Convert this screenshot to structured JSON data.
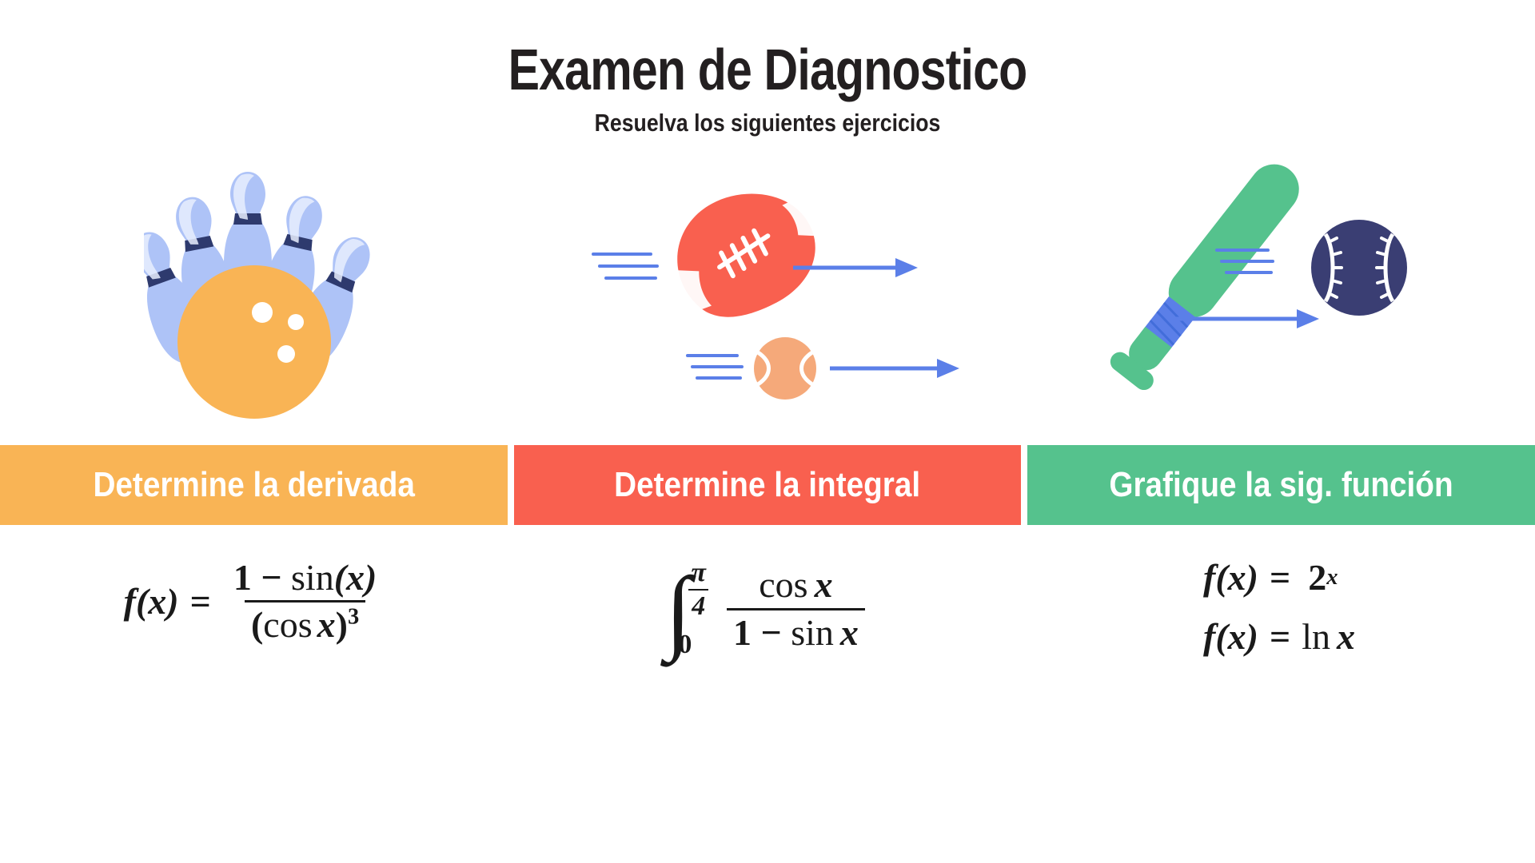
{
  "header": {
    "title": "Examen de Diagnostico",
    "subtitle": "Resuelva los siguientes ejercicios"
  },
  "colors": {
    "orange": "#F9B455",
    "red": "#F9604F",
    "green": "#55C28D",
    "arrow_blue": "#5B7FE8",
    "pin_blue": "#AEC3F7",
    "pin_navy": "#2E3A6E",
    "bowling_ball_orange": "#F9B455",
    "football_red": "#F9604F",
    "tennis_ball_orange": "#F5A97A",
    "baseball_navy": "#3A3E73",
    "bat_green": "#55C28D",
    "text_dark": "#231f20"
  },
  "banners": [
    {
      "label": "Determine la derivada",
      "color_key": "orange"
    },
    {
      "label": "Determine la integral",
      "color_key": "red"
    },
    {
      "label": "Grafique la sig. función",
      "color_key": "green"
    }
  ],
  "illustrations": [
    {
      "name": "bowling-illustration",
      "alt": "Bowling ball knocking down pins"
    },
    {
      "name": "ball-sports-illustration",
      "alt": "American football and tennis ball in motion with arrows"
    },
    {
      "name": "baseball-illustration",
      "alt": "Baseball bat and baseball with motion arrows"
    }
  ],
  "formulas": {
    "derivative": {
      "lhs": "f(x)",
      "equals": "=",
      "numerator_prefix": "1 − ",
      "numerator_fn": "sin",
      "numerator_arg": "(x)",
      "denominator_open": "(",
      "denominator_fn": "cos",
      "denominator_var": "x",
      "denominator_close": ")",
      "denominator_exponent": "3",
      "plain": "f(x) = (1 − sin(x)) / (cos x)^3"
    },
    "integral": {
      "symbol": "∫",
      "lower_limit": "0",
      "upper_limit_num": "π",
      "upper_limit_den": "4",
      "numerator_fn": "cos",
      "numerator_var": "x",
      "denominator_prefix": "1 − ",
      "denominator_fn": "sin",
      "denominator_var": "x",
      "plain": "∫_0^(π/4) cos x / (1 − sin x)"
    },
    "graph": [
      {
        "lhs": "f(x)",
        "equals": "=",
        "base": "2",
        "exponent": "x",
        "plain": "f(x) = 2^x"
      },
      {
        "lhs": "f(x)",
        "equals": "=",
        "fn": "ln",
        "var": "x",
        "plain": "f(x) = ln x"
      }
    ]
  }
}
